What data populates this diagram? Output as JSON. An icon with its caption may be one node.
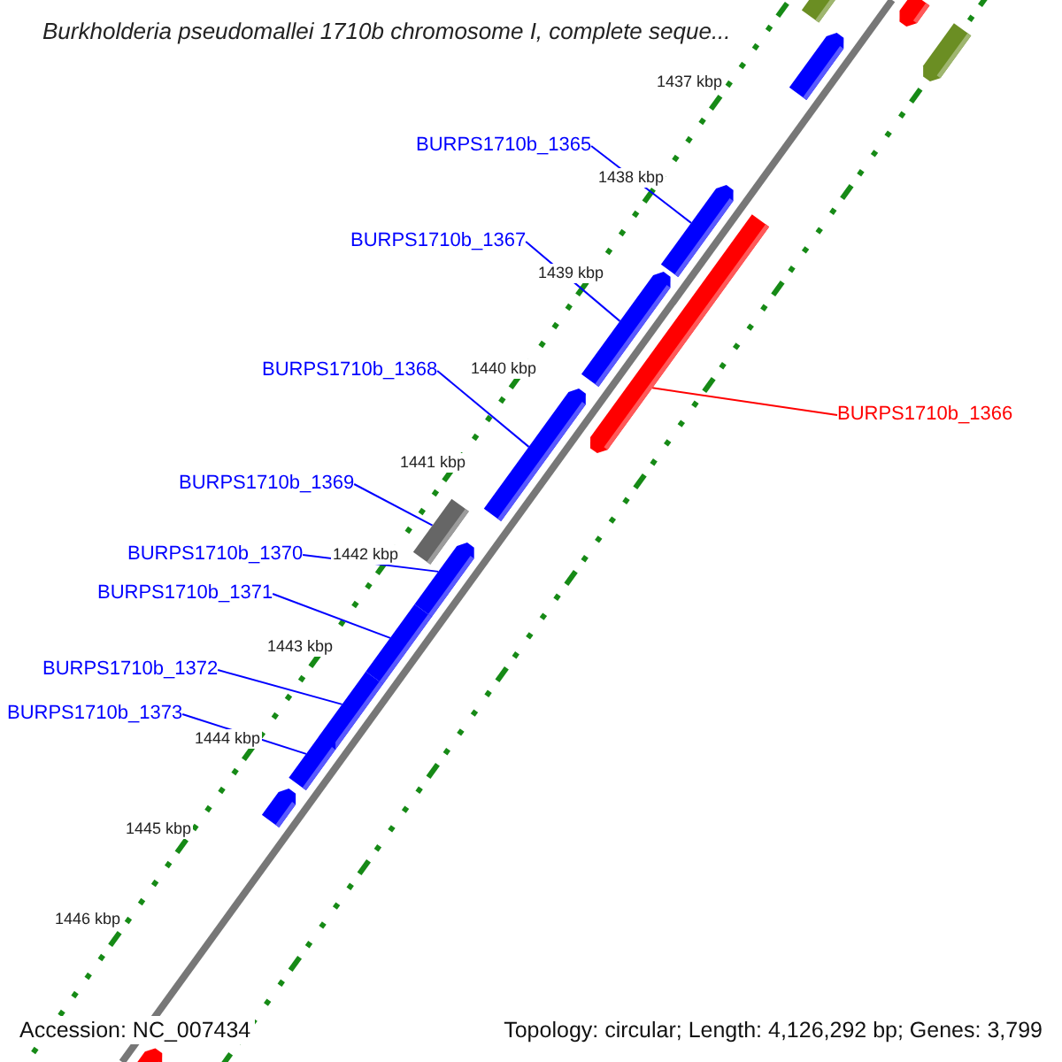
{
  "diagram": {
    "title": "Burkholderia pseudomallei 1710b chromosome I, complete seque...",
    "nodes": [
      {
        "text": [],
        "shape": "bar"
      },
      {
        "text": [],
        "shape": "bar"
      },
      {
        "text": [],
        "shape": "bar"
      },
      {
        "text": [],
        "shape": "bar"
      },
      {
        "text": [
          "BURPS1710b_1365"
        ]
      },
      {
        "text": [],
        "shape": "bar"
      },
      {
        "text": [
          "BURPS1710b_1367"
        ]
      },
      {
        "text": [],
        "shape": "bar"
      },
      {
        "text": [],
        "shape": "bar"
      },
      {
        "text": [
          "BURPS1710b_1368"
        ]
      },
      {
        "text": [],
        "shape": "bar"
      },
      {
        "text": [
          "BURPS1710b_1366"
        ]
      },
      {
        "text": [
          "BURPS1710b_1369"
        ]
      },
      {
        "text": [],
        "shape": "bar"
      },
      {
        "text": [
          "BURPS1710b_1370"
        ]
      },
      {
        "text": [],
        "shape": "bar"
      },
      {
        "text": [
          "BURPS1710b_1371"
        ]
      },
      {
        "text": [],
        "shape": "bar"
      },
      {
        "text": [
          "BURPS1710b_1372"
        ]
      },
      {
        "text": [],
        "shape": "bar"
      },
      {
        "text": [
          "BURPS1710b_1373"
        ]
      },
      {
        "text": [],
        "shape": "bar"
      },
      {
        "text": [],
        "shape": "bar"
      },
      {
        "text": [],
        "shape": "bar"
      }
    ],
    "edges": [
      {
        "from": 4,
        "to": 5,
        "arrow": "none"
      },
      {
        "from": 6,
        "to": 7,
        "arrow": "none"
      },
      {
        "from": 9,
        "to": 10,
        "arrow": "none"
      },
      {
        "from": 8,
        "to": 11,
        "arrow": "none",
        "color": "#ff0000"
      },
      {
        "from": 12,
        "to": 13,
        "arrow": "none"
      },
      {
        "from": 14,
        "to": 15,
        "arrow": "none"
      },
      {
        "from": 16,
        "to": 17,
        "arrow": "none"
      },
      {
        "from": 18,
        "to": 19,
        "arrow": "none"
      },
      {
        "from": 20,
        "to": 21,
        "arrow": "none"
      }
    ],
    "labels": [
      "1437 kbp",
      "1438 kbp",
      "1439 kbp",
      "1440 kbp",
      "1441 kbp",
      "1442 kbp",
      "1443 kbp",
      "1444 kbp",
      "1445 kbp",
      "1446 kbp",
      "Accession: NC_007434",
      "Topology: circular; Length: 4,126,292 bp; Genes: 3,799"
    ]
  }
}
